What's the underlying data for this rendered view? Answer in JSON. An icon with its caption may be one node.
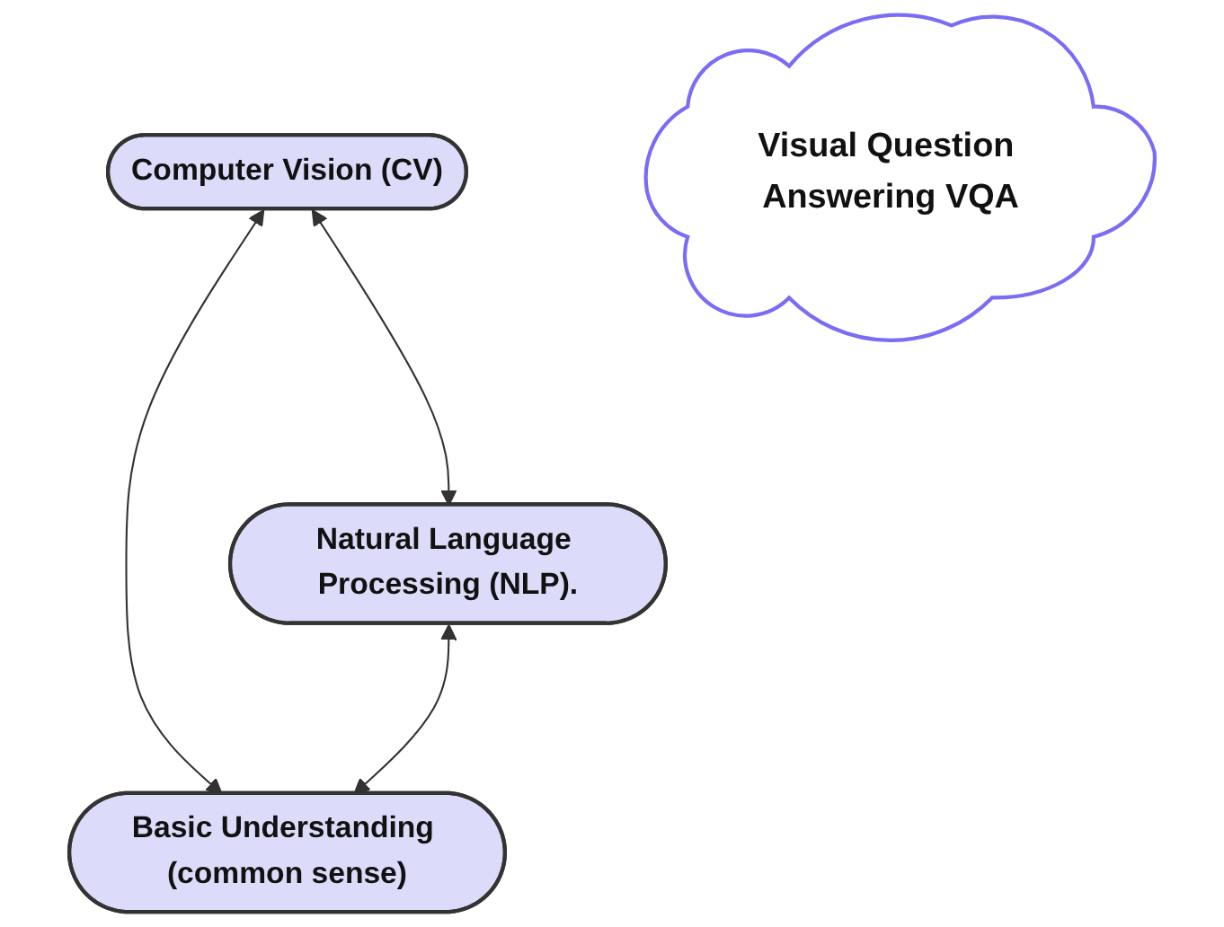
{
  "diagram": {
    "nodes": [
      {
        "text": [
          "Computer Vision (CV)"
        ]
      },
      {
        "text": [
          "Visual Question Answering VQA"
        ]
      },
      {
        "text": [
          "Natural Language Processing (NLP)."
        ]
      },
      {
        "text": [
          "Basic Understanding (common sense)"
        ]
      }
    ],
    "edges": [
      {
        "from": 0,
        "to": 2,
        "arrow": "both"
      },
      {
        "from": 0,
        "to": 3,
        "arrow": "both"
      },
      {
        "from": 2,
        "to": 3,
        "arrow": "both"
      }
    ]
  }
}
